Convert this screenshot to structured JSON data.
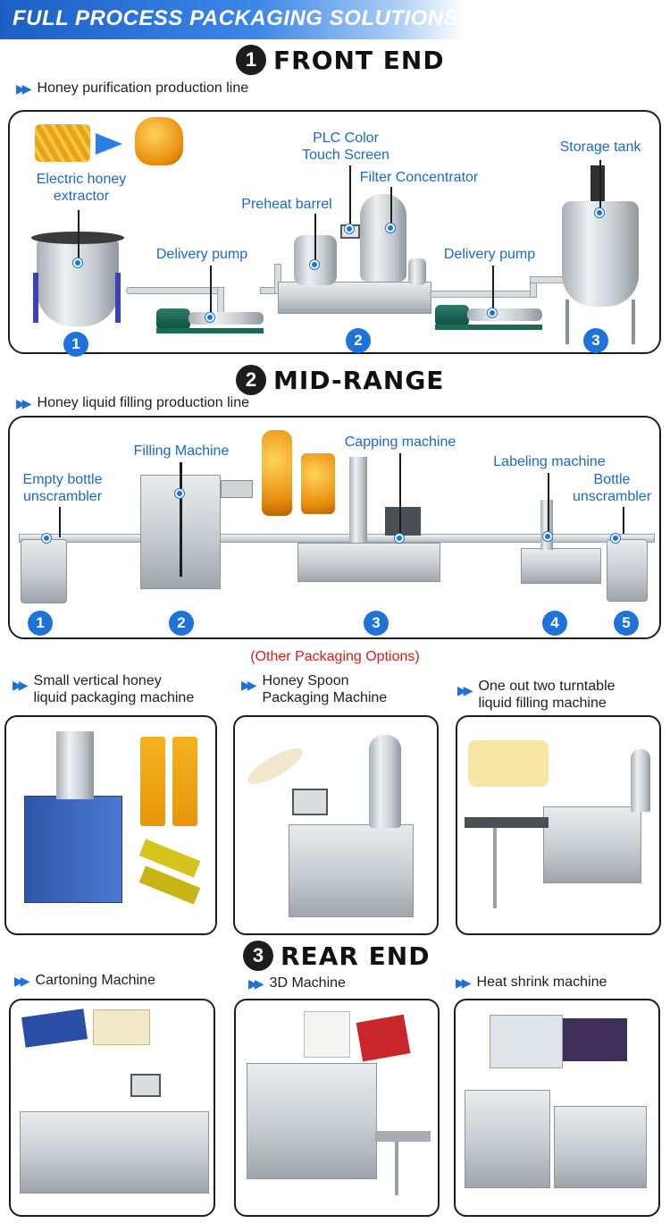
{
  "header": {
    "title": "FULL PROCESS PACKAGING SOLUTIONS"
  },
  "front_end": {
    "number": "1",
    "title": "FRONT END",
    "subtitle": "Honey purification production line",
    "labels": {
      "extractor": "Electric honey\nextractor",
      "delivery_pump_1": "Delivery pump",
      "preheat": "Preheat barrel",
      "plc": "PLC Color\nTouch Screen",
      "filter": "Filter Concentrator",
      "delivery_pump_2": "Delivery pump",
      "storage": "Storage tank"
    },
    "steps": [
      "1",
      "2",
      "3"
    ]
  },
  "mid_range": {
    "number": "2",
    "title": "MID-RANGE",
    "subtitle": "Honey liquid filling production line",
    "labels": {
      "empty_unscrambler": "Empty bottle\nunscrambler",
      "filling": "Filling Machine",
      "capping": "Capping machine",
      "labeling": "Labeling machine",
      "bottle_unscrambler": "Bottle\nunscrambler"
    },
    "steps": [
      "1",
      "2",
      "3",
      "4",
      "5"
    ]
  },
  "other_options": {
    "title": "(Other Packaging Options)",
    "items": [
      {
        "label": "Small vertical honey\nliquid packaging machine"
      },
      {
        "label": "Honey Spoon\nPackaging Machine"
      },
      {
        "label": "One out two turntable\nliquid filling machine"
      }
    ]
  },
  "rear_end": {
    "number": "3",
    "title": "REAR END",
    "items": [
      {
        "label": "Cartoning Machine"
      },
      {
        "label": "3D Machine"
      },
      {
        "label": "Heat shrink machine"
      }
    ]
  },
  "colors": {
    "accent": "#1f72d8",
    "label_blue": "#1b69c8",
    "option_red": "#d61e1e"
  }
}
